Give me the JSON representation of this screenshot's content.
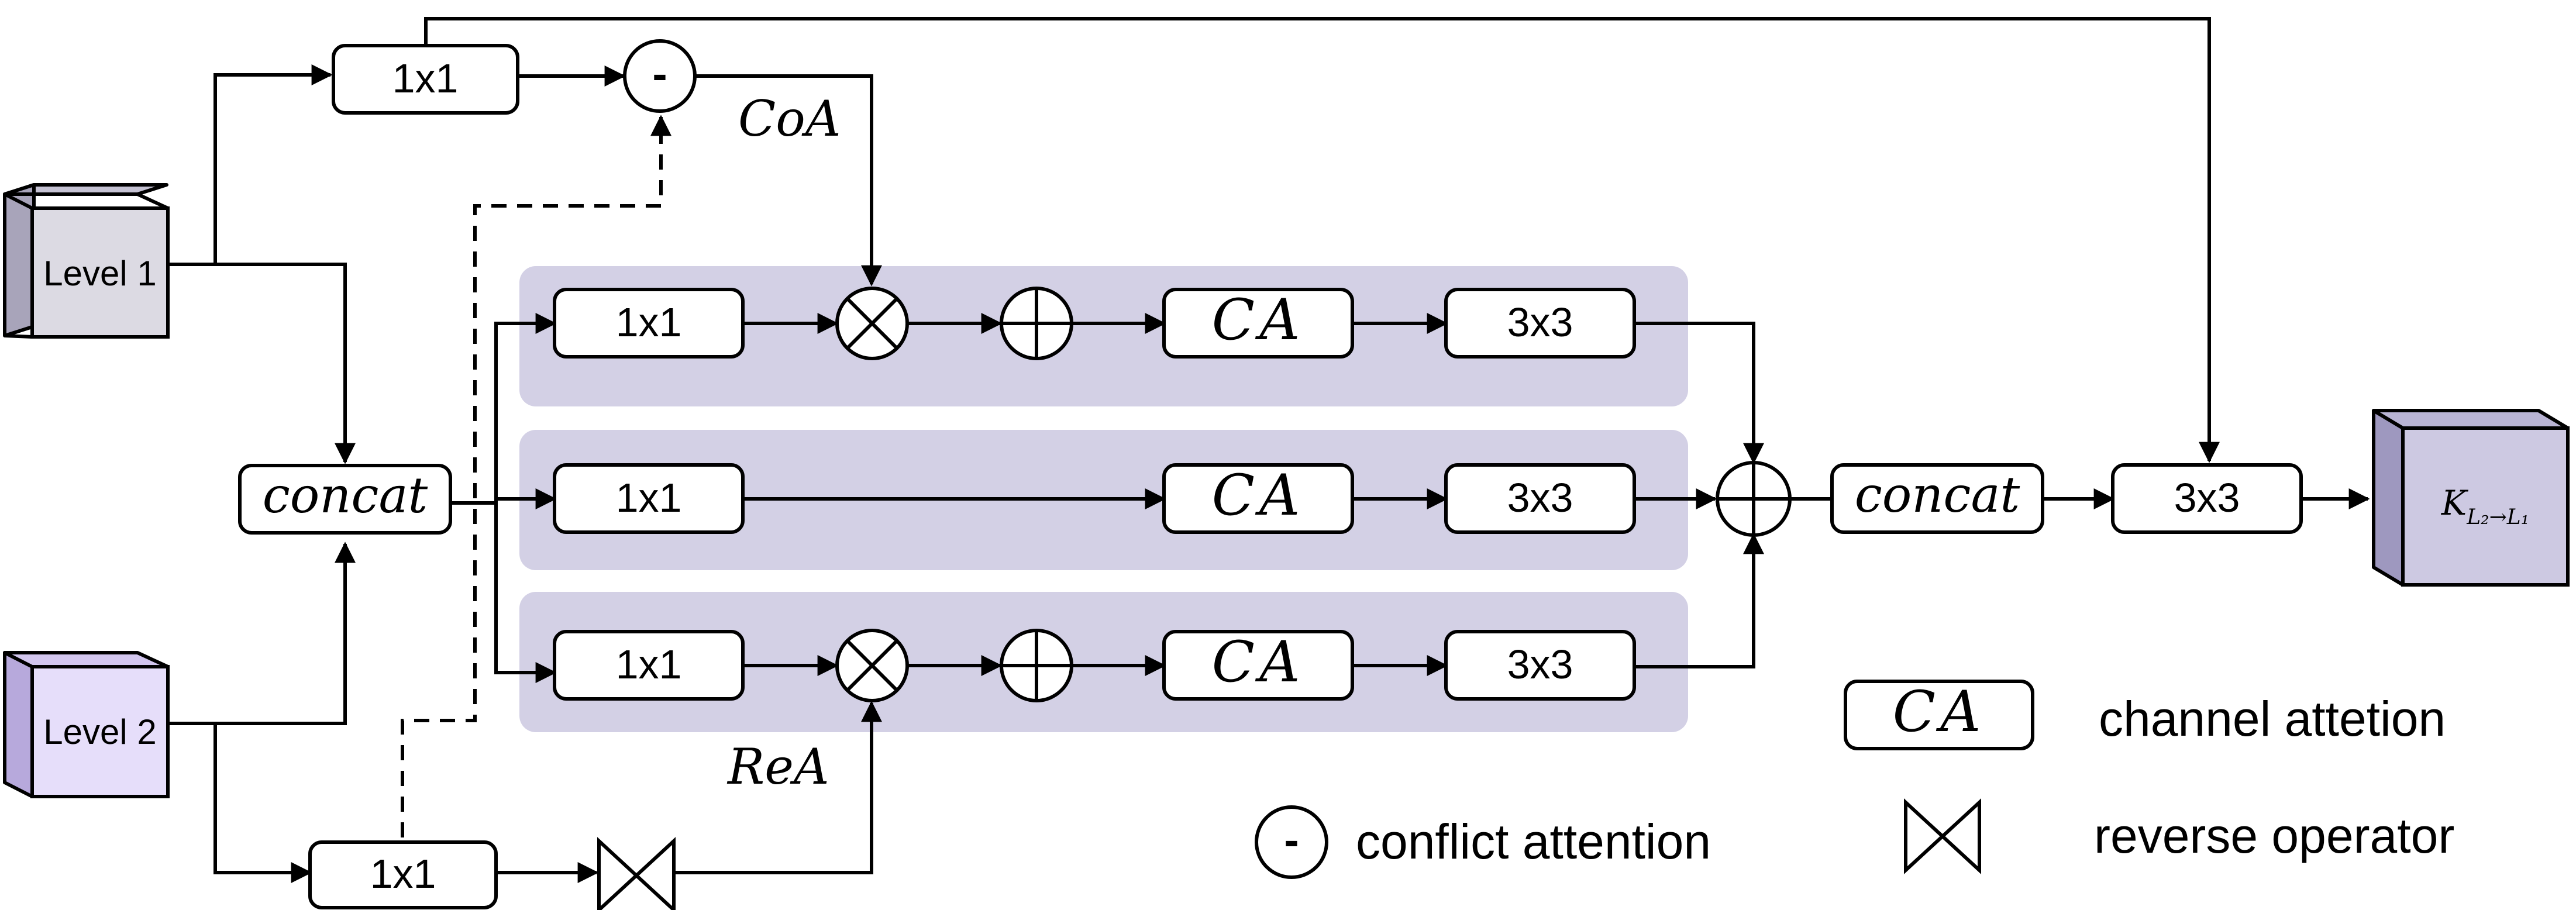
{
  "inputs": {
    "level1": "Level 1",
    "level2": "Level 2"
  },
  "output": {
    "base": "K",
    "sub": "L₂→L₁"
  },
  "ops": {
    "conv1x1": "1x1",
    "conv3x3": "3x3",
    "ca": "CA",
    "concat": "concat",
    "minus": "-"
  },
  "annotations": {
    "coa": "CoA",
    "rea": "ReA"
  },
  "legend": {
    "ca_text": "channel attetion",
    "conflict_text": "conflict attention",
    "reverse_text": "reverse operator"
  },
  "colors": {
    "band": "#d3d0e5",
    "level1_front": "#dcdae3",
    "level1_top": "#c4c1d2",
    "level1_side": "#a8a4ba",
    "level2_front": "#e6defa",
    "level2_top": "#d2c6ee",
    "level2_side": "#b7a9dc",
    "output_front": "#cdc9e2",
    "output_top": "#b9b4d4",
    "output_side": "#9e98bf"
  }
}
